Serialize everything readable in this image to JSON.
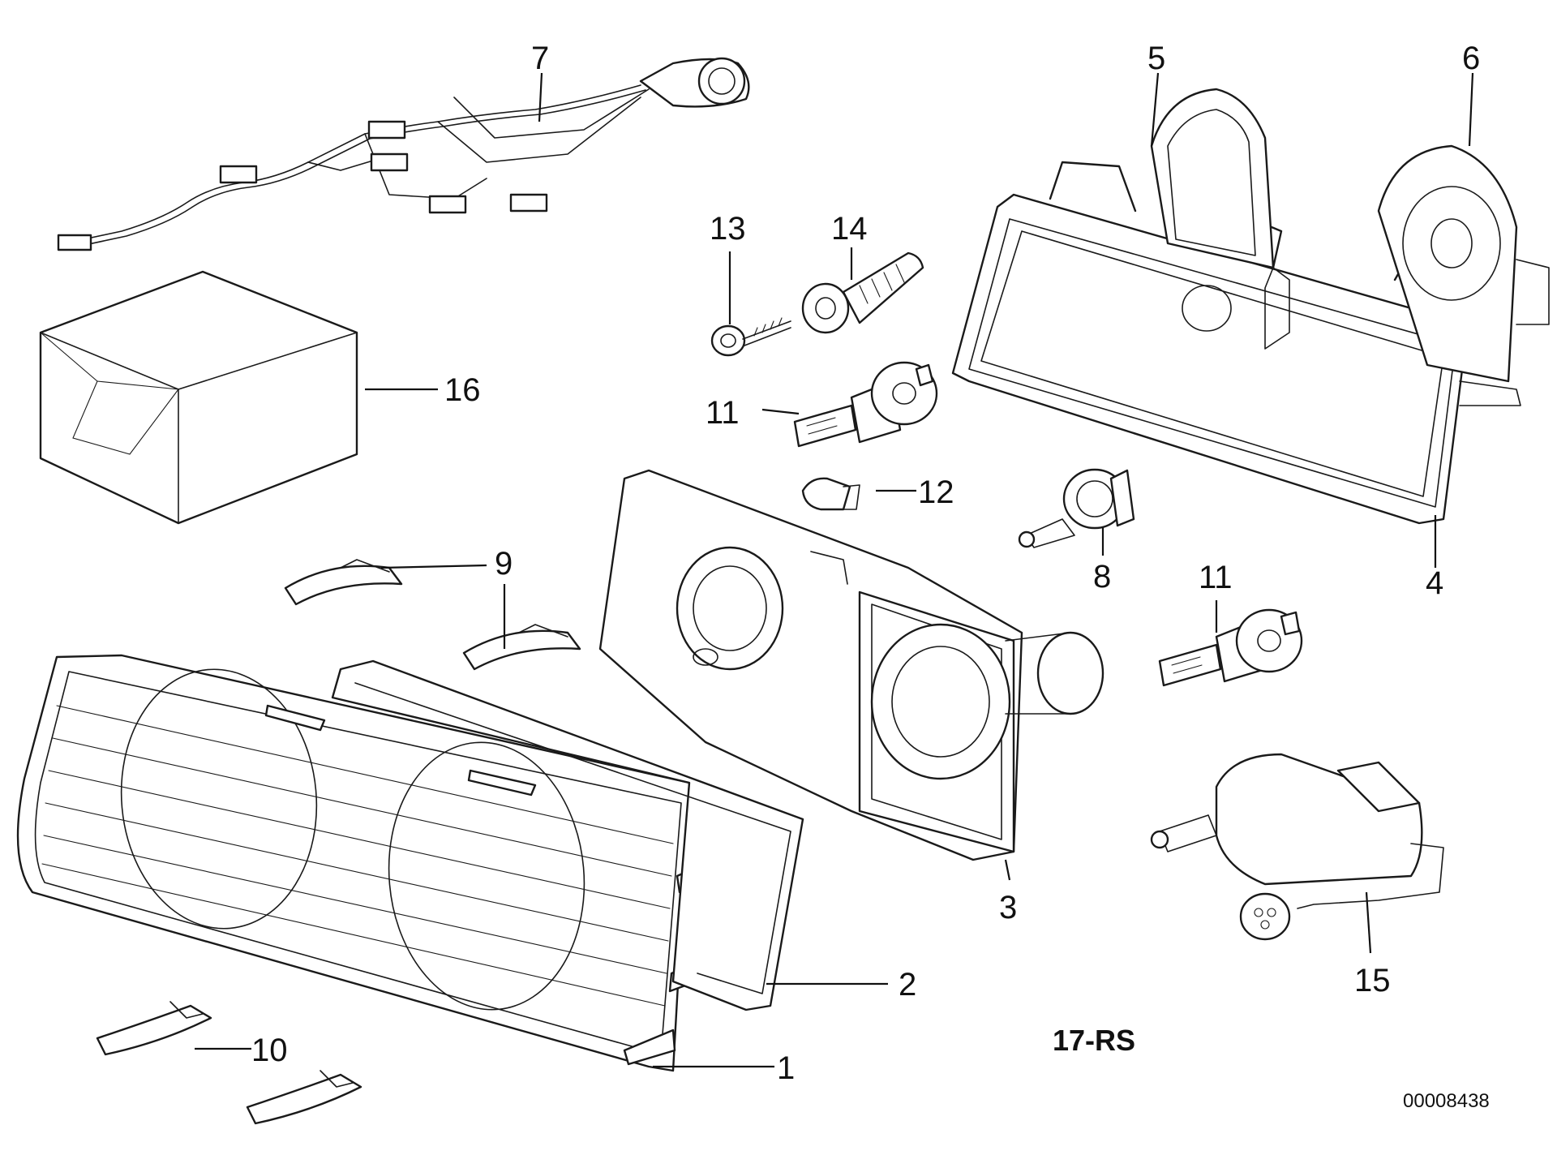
{
  "diagram": {
    "callouts": {
      "c1": "1",
      "c2": "2",
      "c3": "3",
      "c4": "4",
      "c5": "5",
      "c6": "6",
      "c7": "7",
      "c8": "8",
      "c9": "9",
      "c10": "10",
      "c11a": "11",
      "c11b": "11",
      "c12": "12",
      "c13": "13",
      "c14": "14",
      "c15": "15",
      "c16": "16"
    },
    "group_code": "17-RS",
    "drawing_number": "00008438"
  }
}
